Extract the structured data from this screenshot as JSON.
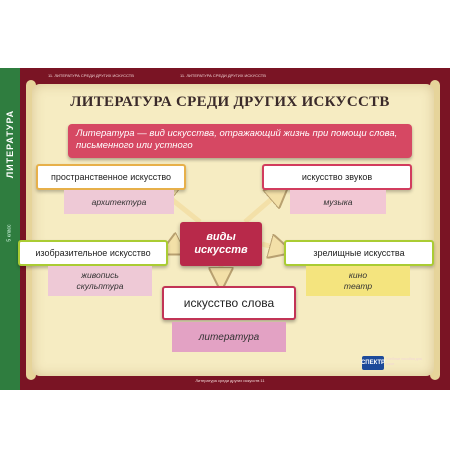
{
  "header": {
    "side_title": "ЛИТЕРАТУРА",
    "side_subtitle": "5 класс",
    "top_left_caption": "11. ЛИТЕРАТУРА СРЕДИ ДРУГИХ ИСКУССТВ",
    "top_center_caption": "11. ЛИТЕРАТУРА СРЕДИ ДРУГИХ ИСКУССТВ",
    "bottom_caption": "Литература среди других искусств 11"
  },
  "title": "ЛИТЕРАТУРА СРЕДИ ДРУГИХ ИСКУССТВ",
  "definition": "Литература — вид искусства, отражающий жизнь при помощи слова, письменного или устного",
  "center": {
    "line1": "виды",
    "line2": "искусств"
  },
  "nodes": {
    "spatial": {
      "label": "пространственное искусство",
      "example": "архитектура"
    },
    "sound": {
      "label": "искусство звуков",
      "example": "музыка"
    },
    "visual": {
      "label": "изобразительное искусство",
      "example_line1": "живопись",
      "example_line2": "скульптура"
    },
    "spectacle": {
      "label": "зрелищные искусства",
      "example_line1": "кино",
      "example_line2": "театр"
    },
    "word": {
      "label": "искусство слова",
      "example": "литература"
    }
  },
  "publisher": {
    "logo": "СПЕКТР",
    "text": "Учебные пособия для школ"
  },
  "colors": {
    "poster_bg": "#7a1424",
    "side_tab": "#2f7d3f",
    "scroll": "#f6ecc2",
    "accent_red": "#d64863",
    "accent_yellow": "#e7b04a",
    "accent_green": "#aacc33"
  }
}
